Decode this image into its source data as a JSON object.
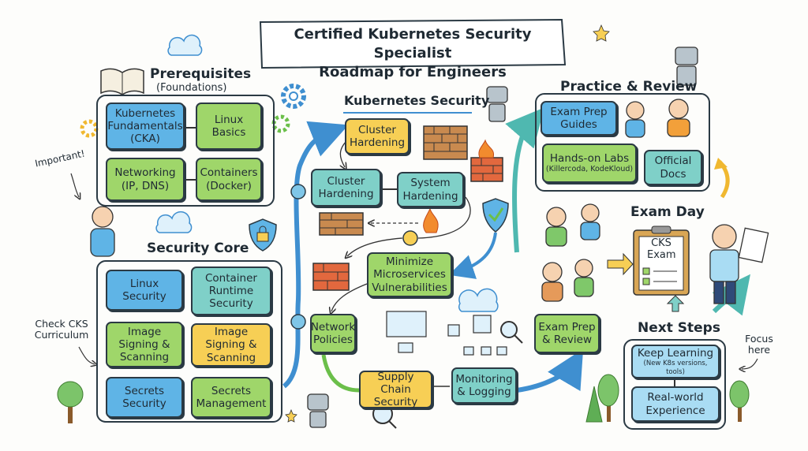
{
  "title": {
    "line1": "Certified Kubernetes Security Specialist",
    "line2": "Roadmap for Engineers"
  },
  "prerequisites": {
    "heading": "Prerequisites",
    "subheading": "(Foundations)",
    "items": [
      "Kubernetes Fundamentals (CKA)",
      "Linux Basics",
      "Networking (IP, DNS)",
      "Containers (Docker)"
    ]
  },
  "notes": {
    "important": "Important!",
    "check": "Check CKS Curriculum",
    "focus": "Focus here"
  },
  "security_core": {
    "heading": "Security Core",
    "items": [
      "Linux Security",
      "Container Runtime Security",
      "Image Signing & Scanning",
      "Image Signing & Scanning",
      "Secrets Security",
      "Secrets Management"
    ]
  },
  "kubernetes_security": {
    "heading": "Kubernetes Security",
    "items": [
      "Cluster Hardening",
      "Cluster Hardening",
      "System Hardening",
      "Minimize Microservices Vulnerabilities",
      "Network Policies",
      "Supply Chain Security",
      "Monitoring & Logging"
    ]
  },
  "practice_review": {
    "heading": "Practice & Review",
    "items": [
      {
        "label": "Exam Prep Guides"
      },
      {
        "label": "Hands-on Labs",
        "sub": "(Killercoda, KodeKloud)"
      },
      {
        "label": "Official Docs"
      }
    ],
    "exam_prep_review": "Exam Prep & Review"
  },
  "exam_day": {
    "heading": "Exam Day",
    "clipboard": "CKS Exam"
  },
  "next_steps": {
    "heading": "Next Steps",
    "items": [
      {
        "label": "Keep Learning",
        "sub": "(New K8s versions, tools)"
      },
      {
        "label": "Real-world Experience"
      }
    ]
  },
  "colors": {
    "blue": "#5fb4e6",
    "green": "#9fd66a",
    "teal": "#7fd0c8",
    "yellow": "#f7cf55",
    "arrow": "#3f8fd0"
  }
}
